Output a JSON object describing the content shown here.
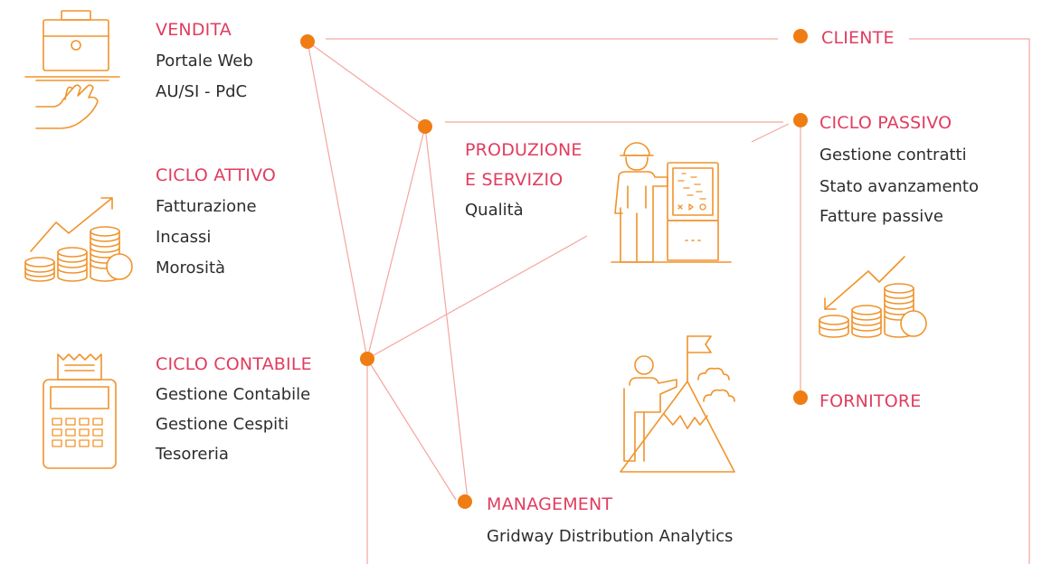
{
  "colors": {
    "accent": "#e23c5e",
    "node": "#ef7d14",
    "line": "#f4a6a0",
    "icon": "#f0932b",
    "text": "#2d2d2d"
  },
  "sections": {
    "vendita": {
      "title": "VENDITA",
      "items": [
        "Portale Web",
        "AU/SI - PdC"
      ],
      "icon": "briefcase-hand-icon"
    },
    "ciclo_attivo": {
      "title": "CICLO ATTIVO",
      "items": [
        "Fatturazione",
        "Incassi",
        "Morosità"
      ],
      "icon": "coins-growth-icon"
    },
    "ciclo_contabile": {
      "title": "CICLO CONTABILE",
      "items": [
        "Gestione Contabile",
        "Gestione Cespiti",
        "Tesoreria"
      ],
      "icon": "cash-register-icon"
    },
    "produzione": {
      "title_line1": "PRODUZIONE",
      "title_line2": "E SERVIZIO",
      "items": [
        "Qualità"
      ],
      "icon": "worker-control-panel-icon"
    },
    "ciclo_passivo": {
      "title": "CICLO PASSIVO",
      "items": [
        "Gestione contratti",
        "Stato avanzamento",
        "Fatture passive"
      ],
      "icon": "coins-decline-icon"
    },
    "cliente": {
      "title": "CLIENTE"
    },
    "fornitore": {
      "title": "FORNITORE"
    },
    "management": {
      "title": "MANAGEMENT",
      "items": [
        "Gridway Distribution Analytics"
      ],
      "icon": "mountain-flag-icon"
    }
  }
}
